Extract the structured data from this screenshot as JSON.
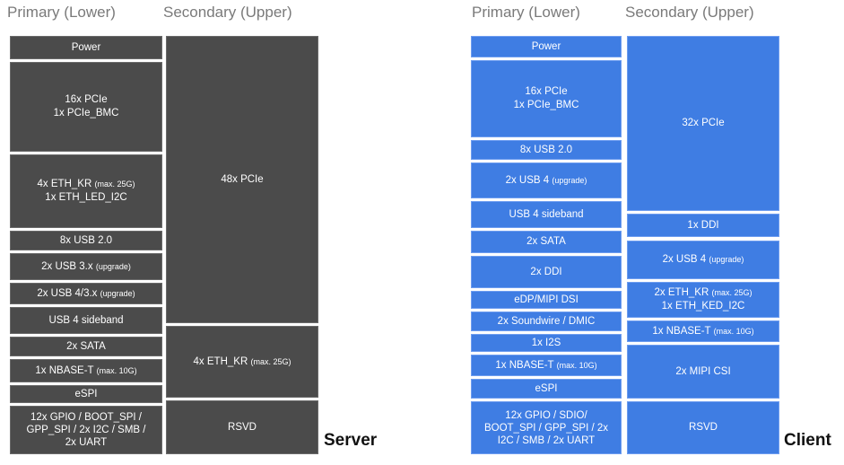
{
  "server": {
    "primary_header": "Primary (Lower)",
    "secondary_header": "Secondary (Upper)",
    "label": "Server",
    "primary": [
      {
        "text": "Power"
      },
      {
        "text": "16x PCIe\n1x PCIe_BMC"
      },
      {
        "text": "4x ETH_KR",
        "note": "(max. 25G)",
        "text2": "1x ETH_LED_I2C"
      },
      {
        "text": "8x USB 2.0"
      },
      {
        "text": "2x USB 3.x",
        "note": "(upgrade)"
      },
      {
        "text": "2x USB 4/3.x",
        "note": "(upgrade)"
      },
      {
        "text": "USB 4 sideband"
      },
      {
        "text": "2x SATA"
      },
      {
        "text": "1x NBASE-T",
        "note": "(max. 10G)"
      },
      {
        "text": "eSPI"
      },
      {
        "text": "12x GPIO / BOOT_SPI /\nGPP_SPI / 2x I2C / SMB /\n2x UART"
      }
    ],
    "secondary": [
      {
        "text": "48x PCIe"
      },
      {
        "text": "4x ETH_KR",
        "note": "(max. 25G)"
      },
      {
        "text": "RSVD"
      }
    ]
  },
  "client": {
    "primary_header": "Primary (Lower)",
    "secondary_header": "Secondary (Upper)",
    "label": "Client",
    "primary": [
      {
        "text": "Power"
      },
      {
        "text": "16x PCIe\n1x PCIe_BMC"
      },
      {
        "text": "8x USB 2.0"
      },
      {
        "text": "2x USB 4",
        "note": "(upgrade)"
      },
      {
        "text": "USB 4 sideband"
      },
      {
        "text": "2x SATA"
      },
      {
        "text": "2x DDI"
      },
      {
        "text": "eDP/MIPI DSI"
      },
      {
        "text": "2x Soundwire / DMIC"
      },
      {
        "text": "1x I2S"
      },
      {
        "text": "1x NBASE-T",
        "note": "(max. 10G)"
      },
      {
        "text": "eSPI"
      },
      {
        "text": "12x GPIO / SDIO/\nBOOT_SPI / GPP_SPI / 2x\nI2C / SMB / 2x UART"
      }
    ],
    "secondary": [
      {
        "text": "32x PCIe"
      },
      {
        "text": "1x DDI"
      },
      {
        "text": "2x USB 4",
        "note": "(upgrade)"
      },
      {
        "text": "2x ETH_KR",
        "note": "(max. 25G)",
        "text2": "1x ETH_KED_I2C"
      },
      {
        "text": "1x NBASE-T",
        "note": "(max. 10G)"
      },
      {
        "text": "2x MIPI CSI"
      },
      {
        "text": "RSVD"
      }
    ]
  }
}
